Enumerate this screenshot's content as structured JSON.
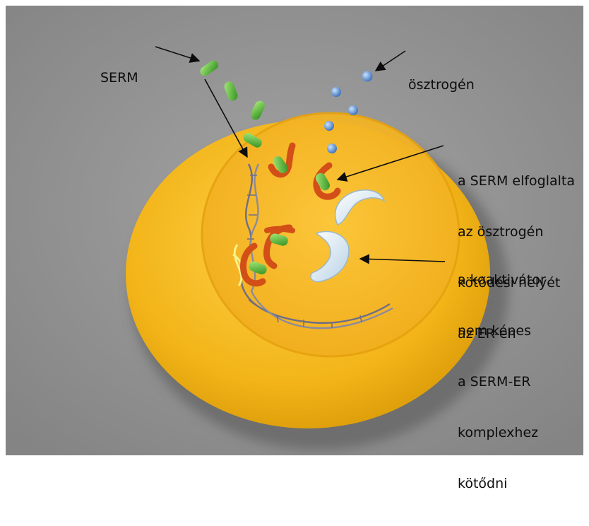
{
  "colors": {
    "background": "#8f8f8f",
    "cell": "#f2b418",
    "nucleus": "#f7be2f",
    "serm": "#5cbf3a",
    "estrogen": "#4f8cd0",
    "receptor": "#e05a1e",
    "coactivator": "#e8f2f8",
    "dna": "#6e6e86",
    "arrow": "#0d0d0d"
  },
  "labels": {
    "serm": "SERM",
    "estrogen": "ösztrogén",
    "serm_binding": [
      "a SERM elfoglalta",
      "az ösztrogén",
      "kötődési helyét",
      "az ER-en"
    ],
    "coactivator": [
      "a koaktivátor",
      "nem képes",
      "a SERM-ER",
      "komplexhez",
      "kötődni"
    ]
  },
  "icons": {
    "serm": "green-capsule",
    "estrogen": "blue-sphere",
    "receptor": "orange-hook",
    "coactivator": "white-crescent",
    "dna": "double-helix"
  }
}
